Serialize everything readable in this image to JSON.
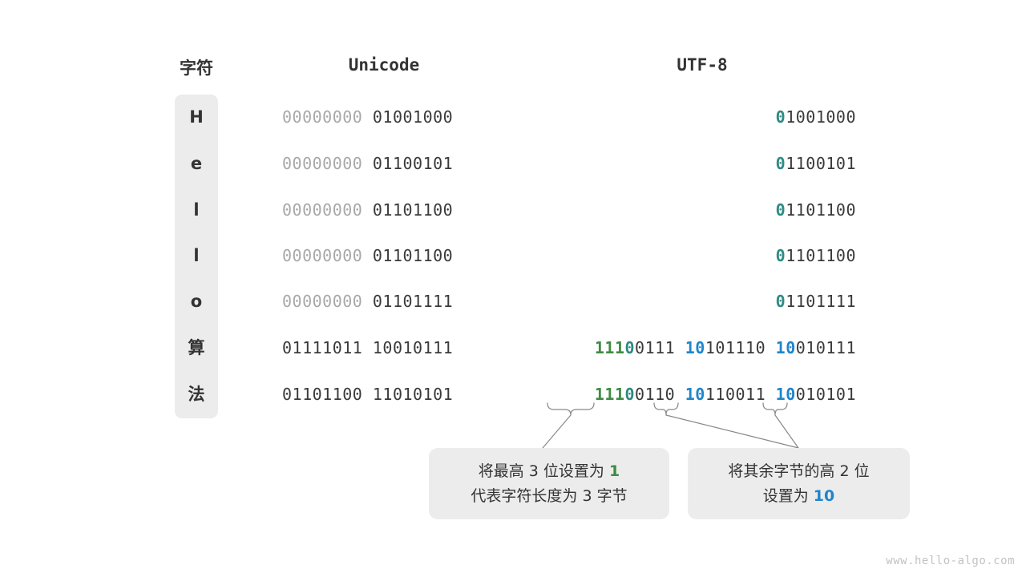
{
  "headers": {
    "char": "字符",
    "unicode": "Unicode",
    "utf8": "UTF-8"
  },
  "rows": [
    {
      "char": "H",
      "unicode_high": "00000000",
      "unicode_low": "01001000",
      "utf8_prefix": "0",
      "utf8_rest": "1001000",
      "utf8_full": "01001000"
    },
    {
      "char": "e",
      "unicode_high": "00000000",
      "unicode_low": "01100101",
      "utf8_prefix": "0",
      "utf8_rest": "1100101",
      "utf8_full": "01100101"
    },
    {
      "char": "l",
      "unicode_high": "00000000",
      "unicode_low": "01101100",
      "utf8_prefix": "0",
      "utf8_rest": "1101100",
      "utf8_full": "01101100"
    },
    {
      "char": "l",
      "unicode_high": "00000000",
      "unicode_low": "01101100",
      "utf8_prefix": "0",
      "utf8_rest": "1101100",
      "utf8_full": "01101100"
    },
    {
      "char": "o",
      "unicode_high": "00000000",
      "unicode_low": "01101111",
      "utf8_prefix": "0",
      "utf8_rest": "1101111",
      "utf8_full": "01101111"
    },
    {
      "char": "算",
      "unicode_high": "01111011",
      "unicode_low": "10010111",
      "utf8_b1_green": "111",
      "utf8_b1_teal": "0",
      "utf8_b1_rest": "0111",
      "utf8_b2_blue": "10",
      "utf8_b2_rest": "101110",
      "utf8_b3_blue": "10",
      "utf8_b3_rest": "010111"
    },
    {
      "char": "法",
      "unicode_high": "01101100",
      "unicode_low": "11010101",
      "utf8_b1_green": "111",
      "utf8_b1_teal": "0",
      "utf8_b1_rest": "0110",
      "utf8_b2_blue": "10",
      "utf8_b2_rest": "110011",
      "utf8_b3_blue": "10",
      "utf8_b3_rest": "010101"
    }
  ],
  "callouts": {
    "left": {
      "line1_pre": "将最高 3 位设置为 ",
      "line1_em": "1",
      "line2": "代表字符长度为 3 字节"
    },
    "right": {
      "line1": "将其余字节的高 2 位",
      "line2_pre": "设置为 ",
      "line2_em": "10"
    }
  },
  "footer": {
    "url": "www.hello-algo.com"
  },
  "colors": {
    "green": "#3f8b43",
    "teal": "#2e8b83",
    "blue": "#1f85cc",
    "dim": "#a8a8a8",
    "dark": "#3a3a3a",
    "panel": "#ececec"
  }
}
